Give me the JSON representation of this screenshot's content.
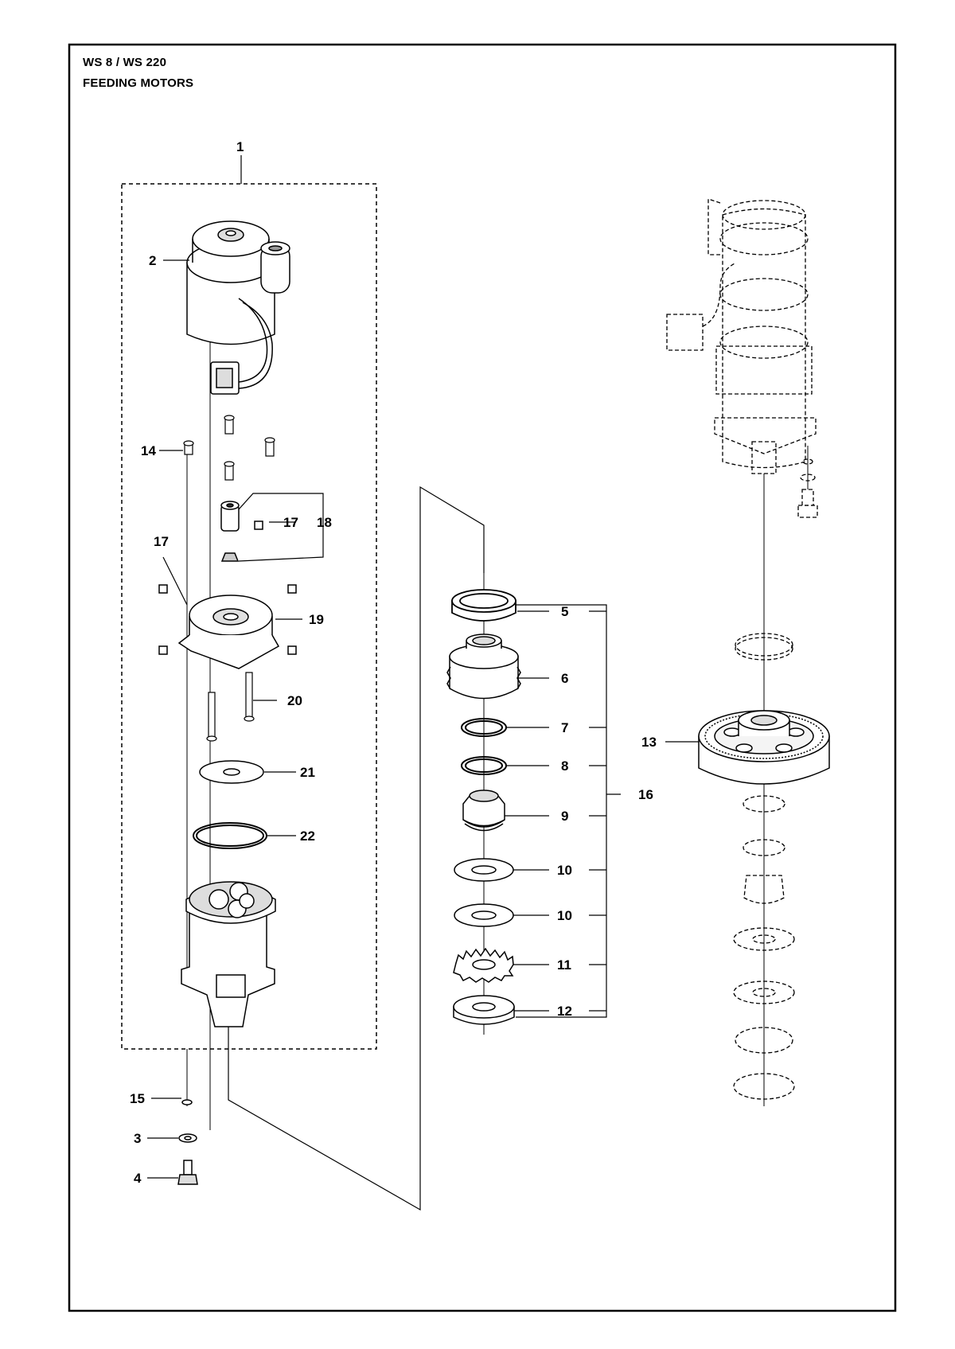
{
  "header": {
    "model": "WS 8 / WS 220",
    "section": "FEEDING MOTORS"
  },
  "callouts": {
    "c1": "1",
    "c2": "2",
    "c3": "3",
    "c4": "4",
    "c5": "5",
    "c6": "6",
    "c7": "7",
    "c8": "8",
    "c9": "9",
    "c10a": "10",
    "c10b": "10",
    "c11": "11",
    "c12": "12",
    "c13": "13",
    "c14": "14",
    "c15": "15",
    "c16": "16",
    "c17a": "17",
    "c17b": "17",
    "c18": "18",
    "c19": "19",
    "c20": "20",
    "c21": "21",
    "c22": "22"
  },
  "colors": {
    "line": "#000000",
    "part_fill": "#ffffff",
    "shade": "#bdbdbd"
  }
}
